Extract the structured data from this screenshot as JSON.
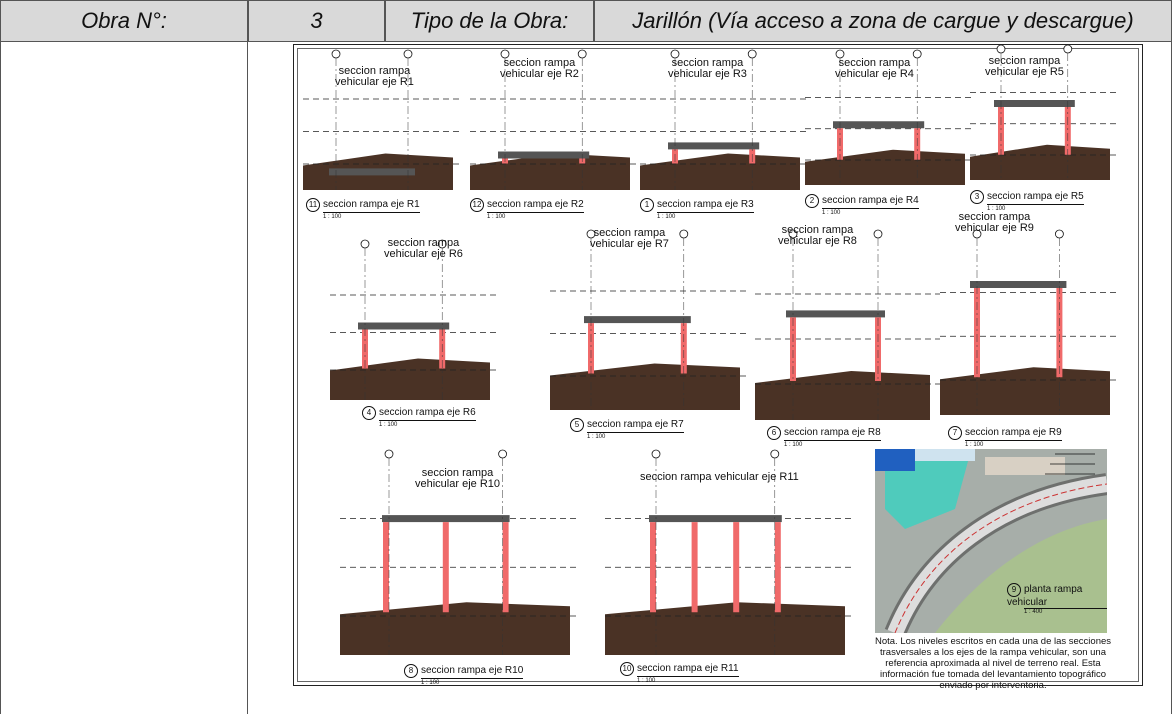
{
  "header": {
    "cell1": "Obra N°:",
    "cell2": "3",
    "cell3": "Tipo de la Obra:",
    "cell4": "Jarillón (Vía acceso a zona de cargue y descargue)"
  },
  "sections": [
    {
      "id": "r1",
      "title": "seccion rampa\nvehicular eje R1",
      "num": "11",
      "label": "seccion rampa eje R1",
      "scale": "1 : 100"
    },
    {
      "id": "r2",
      "title": "seccion rampa\nvehicular eje R2",
      "num": "12",
      "label": "seccion rampa eje R2",
      "scale": "1 : 100"
    },
    {
      "id": "r3",
      "title": "seccion rampa\nvehicular eje R3",
      "num": "1",
      "label": "seccion rampa eje R3",
      "scale": "1 : 100"
    },
    {
      "id": "r4",
      "title": "seccion rampa\nvehicular eje R4",
      "num": "2",
      "label": "seccion rampa eje R4",
      "scale": "1 : 100"
    },
    {
      "id": "r5",
      "title": "seccion rampa\nvehicular eje R5",
      "num": "3",
      "label": "seccion rampa eje R5",
      "scale": "1 : 100"
    },
    {
      "id": "r6",
      "title": "seccion rampa\nvehicular eje R6",
      "num": "4",
      "label": "seccion rampa eje R6",
      "scale": "1 : 100"
    },
    {
      "id": "r7",
      "title": "seccion rampa\nvehicular eje R7",
      "num": "5",
      "label": "seccion rampa eje R7",
      "scale": "1 : 100"
    },
    {
      "id": "r8",
      "title": "seccion rampa\nvehicular eje R8",
      "num": "6",
      "label": "seccion rampa eje R8",
      "scale": "1 : 100"
    },
    {
      "id": "r9",
      "title": "seccion rampa\nvehicular eje R9",
      "num": "7",
      "label": "seccion rampa eje R9",
      "scale": "1 : 100"
    },
    {
      "id": "r10",
      "title": "seccion rampa\nvehicular eje R10",
      "num": "8",
      "label": "seccion rampa eje R10",
      "scale": "1 : 100"
    },
    {
      "id": "r11",
      "title": "seccion rampa vehicular eje R11",
      "num": "10",
      "label": "seccion rampa eje R11",
      "scale": "1 : 100"
    }
  ],
  "plan": {
    "num": "9",
    "label": "planta rampa vehicular",
    "scale": "1 : 400"
  },
  "note": "Nota. Los niveles escritos en cada una de las secciones trasversales a los ejes de la rampa vehicular, son una referencia aproximada al nivel de terreno real. Esta información fue tomada del levantamiento topográfico enviado por interventoria."
}
